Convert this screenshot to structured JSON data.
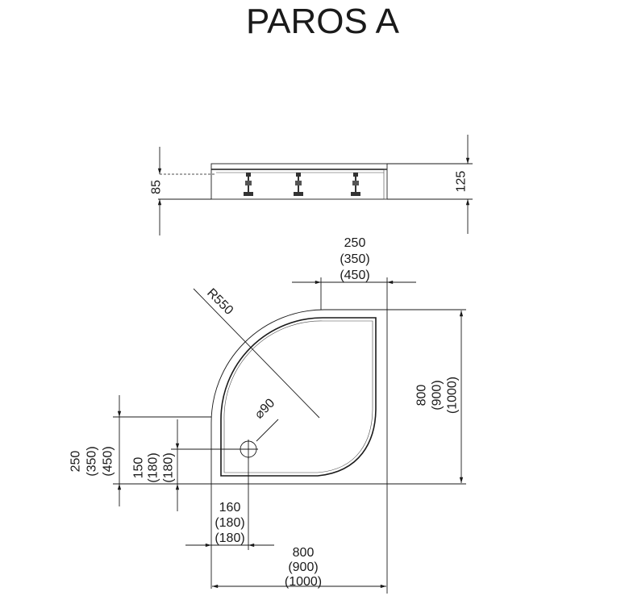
{
  "title": "PAROS A",
  "side_view": {
    "height_left": "85",
    "height_right": "125"
  },
  "top_view": {
    "top_offset": [
      "250",
      "(350)",
      "(450)"
    ],
    "radius": "R550",
    "drain_diameter": "90",
    "right_height": [
      "800",
      "(900)",
      "(1000)"
    ],
    "left_offset": [
      "250",
      "(350)",
      "(450)"
    ],
    "drain_from_bottom": [
      "150",
      "(180)",
      "(180)"
    ],
    "drain_from_left": [
      "160",
      "(180)",
      "(180)"
    ],
    "bottom_width": [
      "800",
      "(900)",
      "(1000)"
    ]
  }
}
